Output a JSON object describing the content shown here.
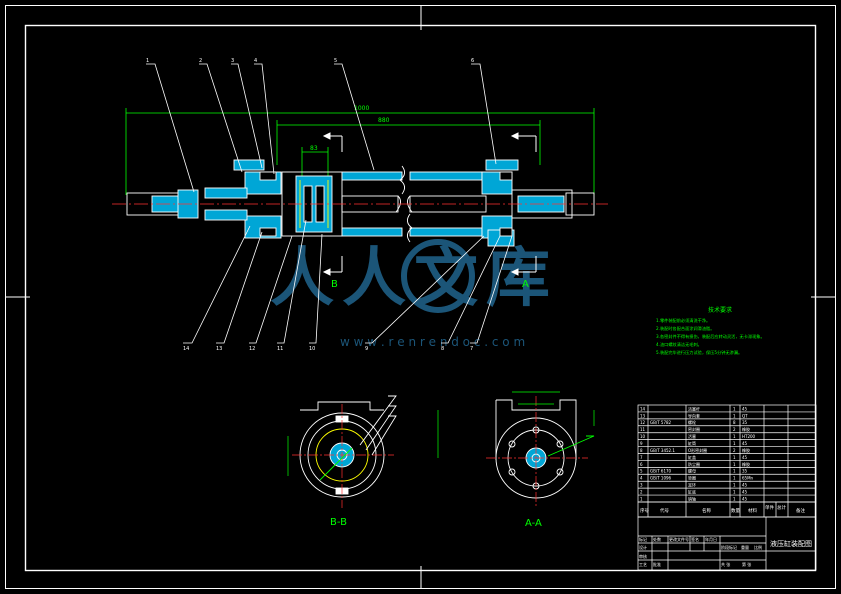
{
  "drawing": {
    "colors": {
      "background": "#000000",
      "outline": "#ffffff",
      "dimension": "#00ff00",
      "section_fill": "#00a6d6",
      "centerline": "#ff3030",
      "hidden": "#ffff00",
      "watermark": "#1f5f86"
    },
    "section_labels": {
      "b": "B",
      "a": "A",
      "bb": "B-B",
      "aa": "A-A"
    },
    "overall_dims": {
      "total": "1000",
      "middle": "880",
      "hub": "83"
    },
    "top_leaders": [
      "1",
      "2",
      "3",
      "4",
      "5",
      "6"
    ],
    "bottom_leaders": [
      "14",
      "13",
      "12",
      "11",
      "10",
      "9",
      "8",
      "7"
    ],
    "tech_requirements": {
      "title": "技术要求",
      "lines": [
        "1.零件装配前必须清洗干净。",
        "2.装配时各配合面涂润滑油脂。",
        "3.各密封件不得有损伤，装配后应转动灵活，无卡滞现象。",
        "4.油口螺纹清洁无毛刺。",
        "5.装配完毕进行压力试验，保压5分钟无渗漏。"
      ]
    },
    "watermark": {
      "text": "人人文库",
      "url": "w w w . r e n r e n d o c . c o m"
    },
    "title_block": {
      "drawing_name": "液压缸装配图",
      "header_labels": [
        "序号",
        "代号",
        "名称",
        "数量",
        "材料",
        "单件",
        "总计",
        "备注"
      ],
      "sign_labels": [
        "标记",
        "处数",
        "更改文件号",
        "签名",
        "年月日",
        "设计",
        "审核",
        "工艺",
        "批准"
      ],
      "scale_labels": [
        "阶段标记",
        "重量",
        "比例",
        "共 张",
        "第 张"
      ],
      "parts_rows": [
        {
          "no": "14",
          "code": "",
          "name": "活塞杆",
          "qty": "1",
          "mat": "45"
        },
        {
          "no": "13",
          "code": "",
          "name": "导向套",
          "qty": "1",
          "mat": "QT"
        },
        {
          "no": "12",
          "code": "GB/T 5782",
          "name": "螺栓",
          "qty": "8",
          "mat": "35"
        },
        {
          "no": "11",
          "code": "",
          "name": "密封圈",
          "qty": "2",
          "mat": "橡胶"
        },
        {
          "no": "10",
          "code": "",
          "name": "活塞",
          "qty": "1",
          "mat": "HT200"
        },
        {
          "no": "9",
          "code": "",
          "name": "缸筒",
          "qty": "1",
          "mat": "45"
        },
        {
          "no": "8",
          "code": "GB/T 3452.1",
          "name": "O形密封圈",
          "qty": "2",
          "mat": "橡胶"
        },
        {
          "no": "7",
          "code": "",
          "name": "缸盖",
          "qty": "1",
          "mat": "45"
        },
        {
          "no": "6",
          "code": "",
          "name": "防尘圈",
          "qty": "1",
          "mat": "橡胶"
        },
        {
          "no": "5",
          "code": "GB/T 6170",
          "name": "螺母",
          "qty": "1",
          "mat": "35"
        },
        {
          "no": "4",
          "code": "GB/T 1096",
          "name": "垫圈",
          "qty": "1",
          "mat": "65Mn"
        },
        {
          "no": "3",
          "code": "",
          "name": "耳环",
          "qty": "1",
          "mat": "45"
        },
        {
          "no": "2",
          "code": "",
          "name": "缸底",
          "qty": "1",
          "mat": "45"
        },
        {
          "no": "1",
          "code": "",
          "name": "销轴",
          "qty": "1",
          "mat": "45"
        }
      ]
    }
  }
}
